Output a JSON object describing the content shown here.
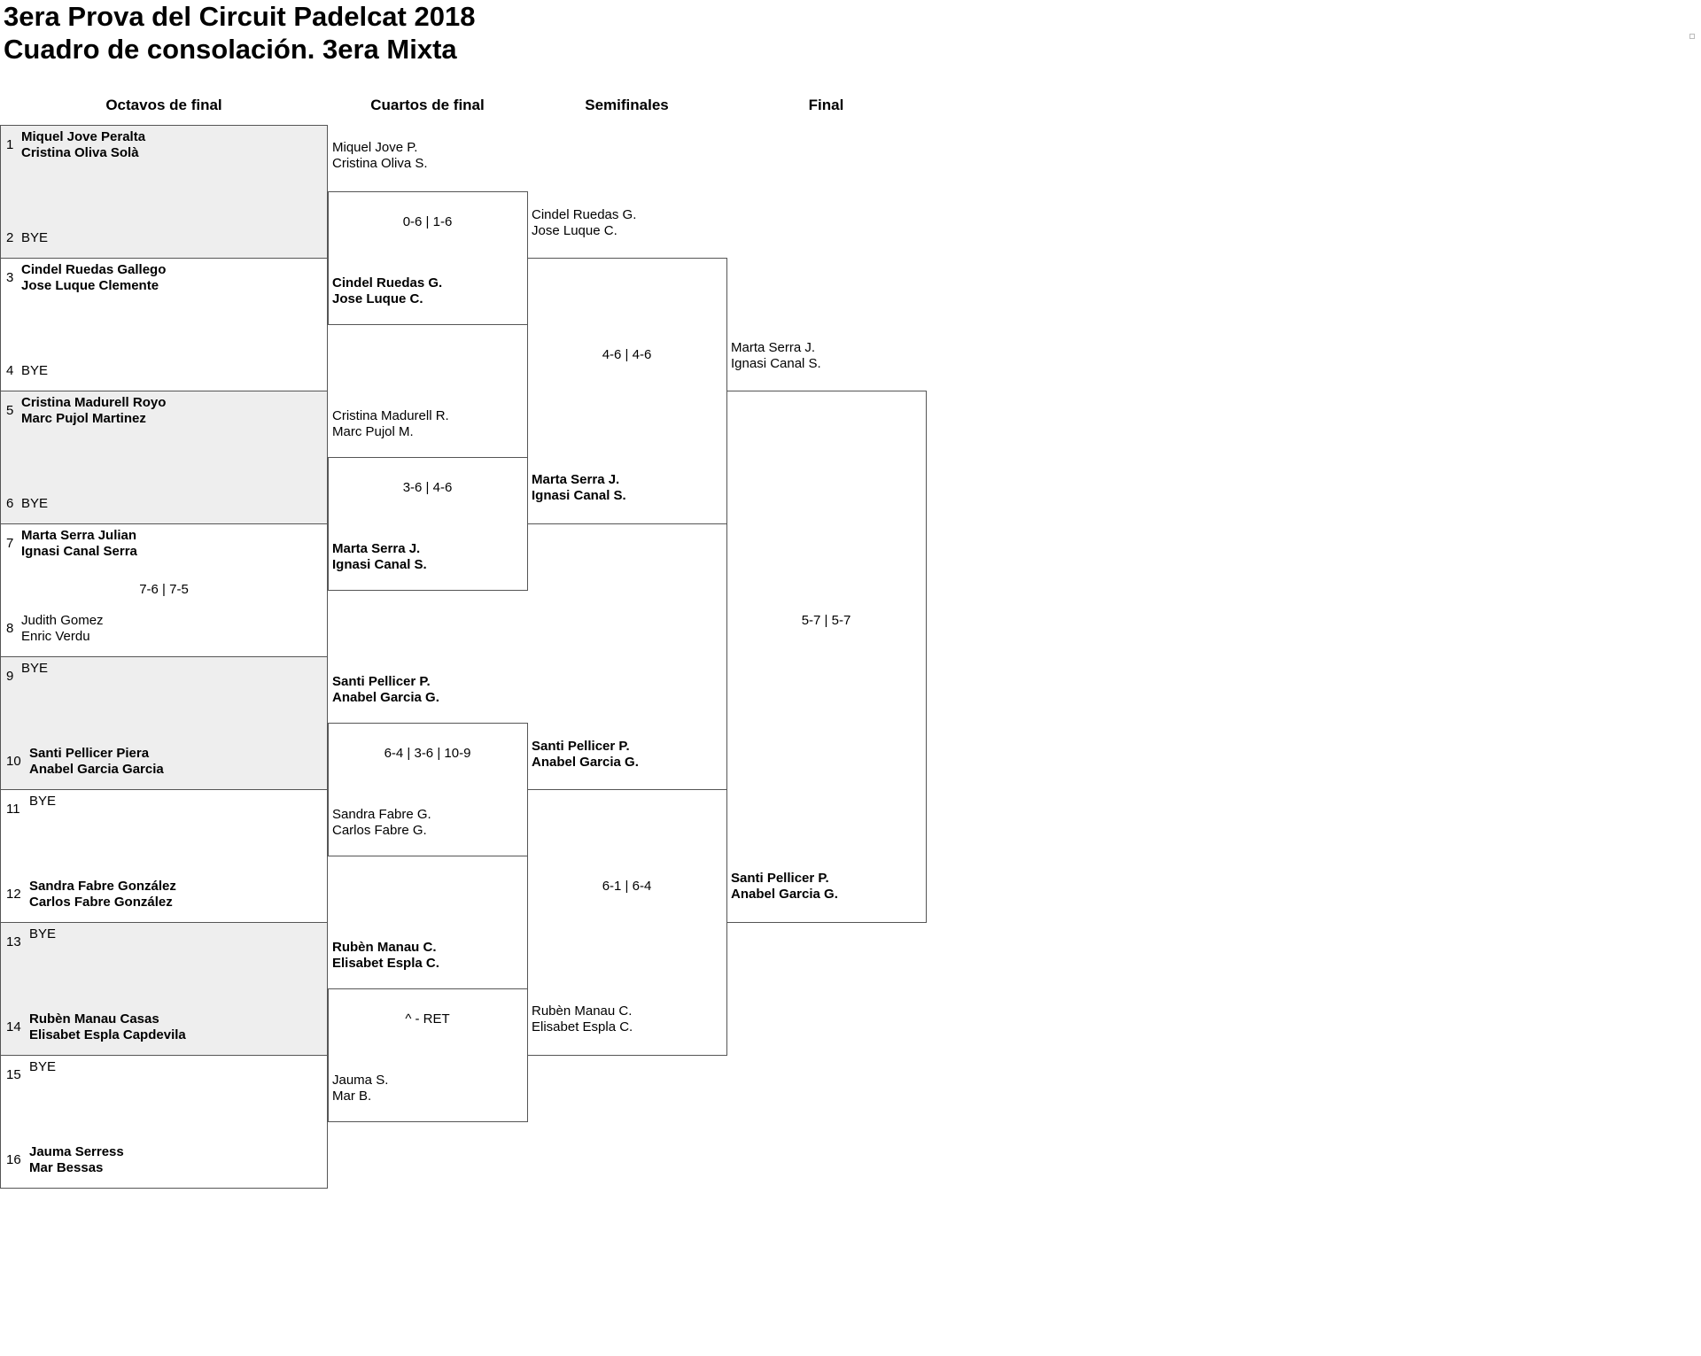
{
  "header": {
    "title": "3era Prova del Circuit Padelcat 2018",
    "subtitle": "Cuadro de consolación. 3era Mixta"
  },
  "rounds": [
    "Octavos de final",
    "Cuartos de final",
    "Semifinales",
    "Final"
  ],
  "entries": [
    {
      "seed": "1",
      "line1": "Miquel Jove Peralta",
      "line2": "Cristina Oliva Solà"
    },
    {
      "seed": "2",
      "line1": "BYE",
      "line2": ""
    },
    {
      "seed": "3",
      "line1": "Cindel Ruedas Gallego",
      "line2": "Jose Luque Clemente"
    },
    {
      "seed": "4",
      "line1": "BYE",
      "line2": ""
    },
    {
      "seed": "5",
      "line1": "Cristina Madurell Royo",
      "line2": "Marc Pujol Martinez"
    },
    {
      "seed": "6",
      "line1": "BYE",
      "line2": ""
    },
    {
      "seed": "7",
      "line1": "Marta Serra Julian",
      "line2": "Ignasi Canal Serra"
    },
    {
      "seed": "8",
      "line1": "Judith Gomez",
      "line2": "Enric Verdu"
    },
    {
      "seed": "9",
      "line1": "BYE",
      "line2": ""
    },
    {
      "seed": "10",
      "line1": "Santi Pellicer Piera",
      "line2": "Anabel Garcia Garcia"
    },
    {
      "seed": "11",
      "line1": "BYE",
      "line2": ""
    },
    {
      "seed": "12",
      "line1": "Sandra Fabre González",
      "line2": "Carlos Fabre González"
    },
    {
      "seed": "13",
      "line1": "BYE",
      "line2": ""
    },
    {
      "seed": "14",
      "line1": "Rubèn Manau Casas",
      "line2": "Elisabet Espla Capdevila"
    },
    {
      "seed": "15",
      "line1": "BYE",
      "line2": ""
    },
    {
      "seed": "16",
      "line1": "Jauma Serress",
      "line2": "Mar Bessas"
    }
  ],
  "r16_scores": [
    "",
    "",
    "",
    "7-6 | 7-5",
    "",
    "",
    "",
    ""
  ],
  "quarterfinals": [
    {
      "line1": "Miquel Jove P.",
      "line2": "Cristina Oliva S."
    },
    {
      "line1": "Cindel Ruedas G.",
      "line2": "Jose Luque C."
    },
    {
      "line1": "Cristina Madurell R.",
      "line2": "Marc Pujol M."
    },
    {
      "line1": "Marta Serra J.",
      "line2": "Ignasi Canal S."
    },
    {
      "line1": "Santi Pellicer P.",
      "line2": "Anabel Garcia G."
    },
    {
      "line1": "Sandra Fabre G.",
      "line2": "Carlos Fabre G."
    },
    {
      "line1": "Rubèn Manau C.",
      "line2": "Elisabet Espla C."
    },
    {
      "line1": "Jauma S.",
      "line2": "Mar B."
    }
  ],
  "qf_scores": [
    "0-6 | 1-6",
    "3-6 | 4-6",
    "6-4 | 3-6 | 10-9",
    "^ - RET"
  ],
  "semifinals": [
    {
      "line1": "Cindel Ruedas G.",
      "line2": "Jose Luque C."
    },
    {
      "line1": "Marta Serra J.",
      "line2": "Ignasi Canal S."
    },
    {
      "line1": "Santi Pellicer P.",
      "line2": "Anabel Garcia G."
    },
    {
      "line1": "Rubèn Manau C.",
      "line2": "Elisabet Espla C."
    }
  ],
  "sf_scores": [
    "4-6 | 4-6",
    "6-1 | 6-4"
  ],
  "finalists": [
    {
      "line1": "Marta Serra J.",
      "line2": "Ignasi Canal S."
    },
    {
      "line1": "Santi Pellicer P.",
      "line2": "Anabel Garcia G."
    }
  ],
  "final_score": "5-7 | 5-7"
}
